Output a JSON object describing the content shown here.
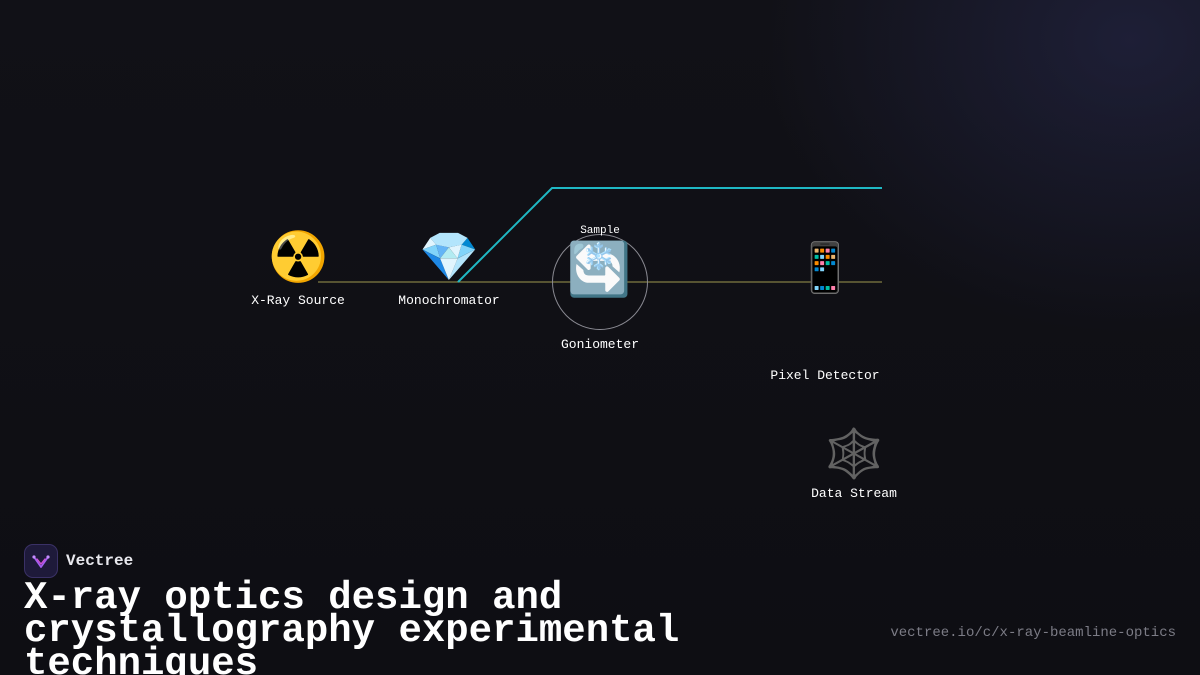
{
  "diagram": {
    "nodes": {
      "xray_source": {
        "icon": "radioactive-icon",
        "glyph": "☢️",
        "label": "X-Ray Source"
      },
      "monochromator": {
        "icon": "gem-icon",
        "glyph": "💎",
        "label": "Monochromator"
      },
      "goniometer": {
        "icon": "rotate-arrows-icon",
        "glyph": "🔄",
        "label": "Goniometer"
      },
      "sample": {
        "icon": "snowflake-icon",
        "glyph": "❄️",
        "label": "Sample"
      },
      "pixel_detector": {
        "icon": "mobile-phone-icon",
        "glyph": "📱",
        "label": "Pixel Detector"
      },
      "data_stream": {
        "icon": "spider-web-icon",
        "glyph": "🕸️",
        "label": "Data Stream"
      }
    },
    "colors": {
      "beam_main": "#b8b25a",
      "beam_diffracted": "#1fb8c4",
      "goniometer_ring": "#8a8a92"
    }
  },
  "footer": {
    "brand_name": "Vectree",
    "brand_icon": "vectree-logo-icon",
    "headline": "X-ray optics design and crystallography experimental techniques",
    "url": "vectree.io/c/x-ray-beamline-optics"
  }
}
